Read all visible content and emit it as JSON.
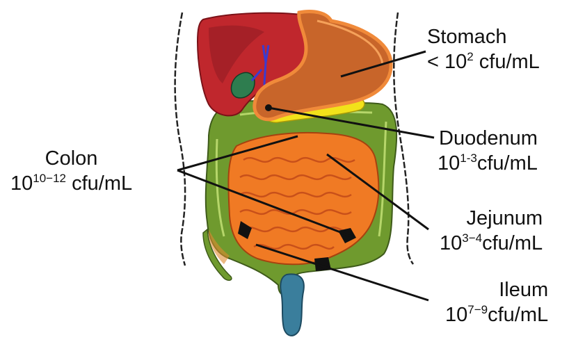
{
  "labels": {
    "stomach": {
      "name": "Stomach",
      "prefix": "< 10",
      "exponent": "2",
      "unit": " cfu/mL"
    },
    "duodenum": {
      "name": "Duodenum",
      "prefix": "10",
      "exponent": "1-3",
      "unit": "cfu/mL"
    },
    "colon": {
      "name": "Colon",
      "prefix": "10",
      "exponent": "10−12",
      "unit": " cfu/mL"
    },
    "jejunum": {
      "name": "Jejunum",
      "prefix": "10",
      "exponent": "3−4",
      "unit": "cfu/mL"
    },
    "ileum": {
      "name": "Ileum",
      "prefix": "10",
      "exponent": "7−9",
      "unit": "cfu/mL"
    }
  },
  "colors": {
    "liver": "#c0272d",
    "liver_dark": "#8e1b22",
    "gallbladder": "#2e7d4f",
    "bile_duct": "#3b3bd0",
    "stomach": "#c8652a",
    "stomach_rim": "#f08a3a",
    "pancreas": "#f2e21a",
    "colon": "#6f9a2e",
    "colon_light": "#9bc04a",
    "small_intestine": "#f07a24",
    "small_intestine_fold": "#c8501a",
    "rectum": "#3a7e9c",
    "leader_line": "#111111",
    "body_outline": "#222222"
  }
}
